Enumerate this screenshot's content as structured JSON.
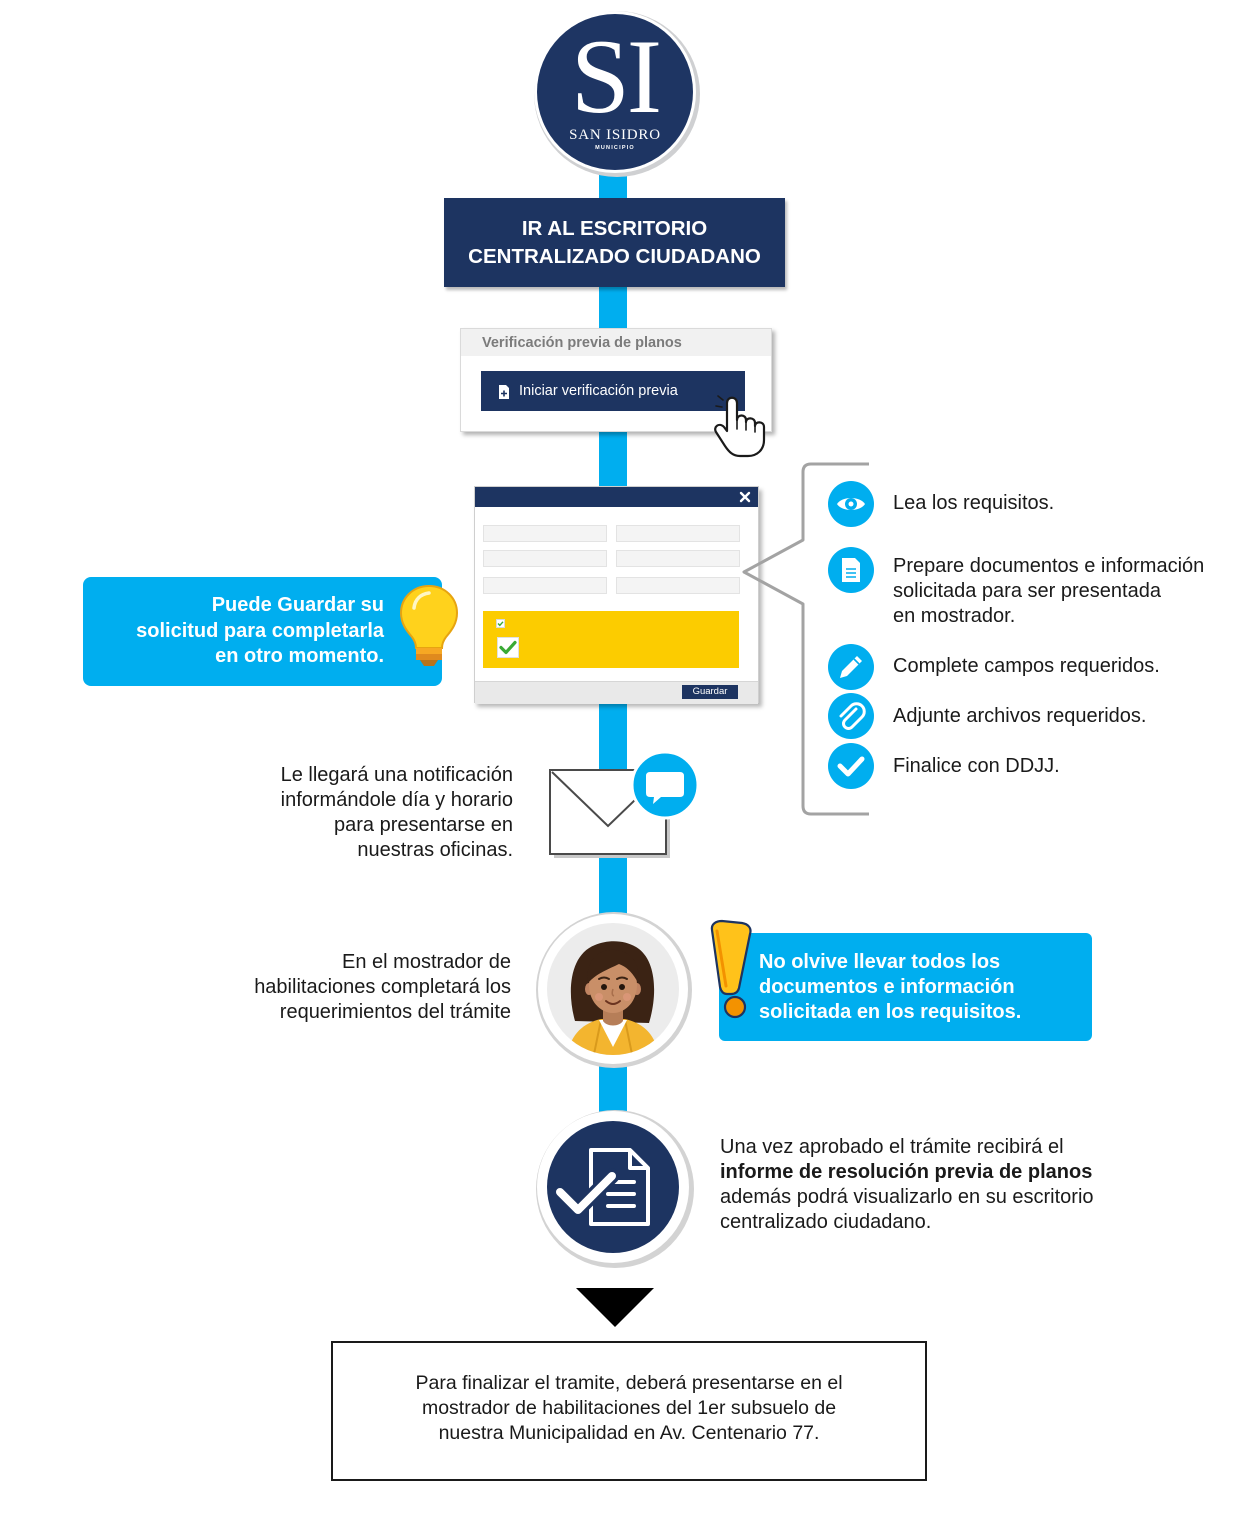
{
  "colors": {
    "navy": "#1d3461",
    "cyan": "#00aeef",
    "yellow": "#fccc00",
    "bracket_gray": "#a3a3a3"
  },
  "logo": {
    "monogram": "SI",
    "name": "SAN ISIDRO",
    "subtitle": "MUNICIPIO"
  },
  "step_escritorio": {
    "lines": [
      "IR AL ESCRITORIO",
      "CENTRALIZADO CIUDADANO"
    ]
  },
  "verification_card": {
    "title": "Verificación previa de planos",
    "button_label": "Iniciar verificación previa",
    "button_icon": "file-plus-icon",
    "cursor_icon": "hand-pointer-icon"
  },
  "form_modal": {
    "close_icon": "close-icon",
    "check_icon": "checkmark-icon",
    "save_label": "Guardar"
  },
  "save_tip": {
    "lines": [
      "Puede Guardar su",
      "solicitud para completarla",
      "en otro momento."
    ],
    "icon": "lightbulb-icon"
  },
  "requirements": [
    {
      "icon": "eye-icon",
      "lines": [
        "Lea los requisitos."
      ]
    },
    {
      "icon": "document-icon",
      "lines": [
        "Prepare documentos e información",
        "solicitada para ser presentada",
        "en mostrador."
      ]
    },
    {
      "icon": "pencil-icon",
      "lines": [
        "Complete campos requeridos."
      ]
    },
    {
      "icon": "paperclip-icon",
      "lines": [
        "Adjunte archivos requeridos."
      ]
    },
    {
      "icon": "check-icon",
      "lines": [
        "Finalice con DDJJ."
      ]
    }
  ],
  "notification": {
    "lines": [
      "Le llegará una notificación",
      "informándole día y horario",
      "para presentarse en",
      "nuestras oficinas."
    ],
    "icon": "envelope-icon",
    "badge_icon": "chat-bubble-icon"
  },
  "counter": {
    "lines": [
      "En el mostrador de",
      "habilitaciones completará los",
      "requerimientos del trámite"
    ],
    "icon": "agent-avatar-icon"
  },
  "reminder": {
    "lines": [
      "No olvive llevar todos los",
      "documentos e información",
      "solicitada en los requisitos."
    ],
    "icon": "exclamation-icon"
  },
  "approval": {
    "lines": [
      "Una vez aprobado el trámite recibirá el",
      "informe de resolución previa de planos",
      "además podrá visualizarlo en su escritorio",
      "centralizado ciudadano."
    ],
    "icon": "document-check-icon"
  },
  "arrow_icon": "arrow-down-icon",
  "final_step": {
    "lines": [
      "Para finalizar el tramite, deberá presentarse en el",
      "mostrador de habilitaciones del 1er subsuelo de",
      "nuestra Municipalidad en Av. Centenario 77."
    ]
  }
}
